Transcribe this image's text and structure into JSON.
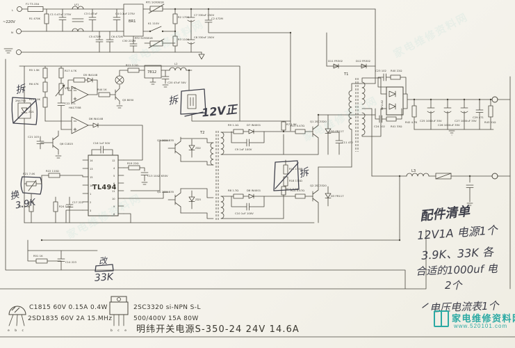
{
  "title": "明纬开关电源S-350-24  24V  14.6A",
  "watermark": {
    "name": "家电维修资料网",
    "url": "www.520101.com"
  },
  "legend": {
    "to92_l1": "C1815 60V 0.15A 0.4W",
    "to92_l2": "2SD1835 60V 2A 15.MHz",
    "to92_pins": "e b c",
    "to220_l1": "2SC3320 si-NPN S-L",
    "to220_l2": "500/400V  15A 80W",
    "to220_pins": "b c e"
  },
  "hand": {
    "chai_zd": "拆",
    "chai_plug": "拆",
    "chai_drv": "拆",
    "v12": "12V正",
    "huan": "换",
    "huan_val": "3.9K",
    "gai": "改",
    "gai_val": "33K",
    "notes": [
      "配件清单",
      "12V1A 电源1个",
      "3.9K、33K 各",
      "合适的1000uf 电",
      "2个",
      "电压电流表1个"
    ]
  },
  "tl494": {
    "name": "TL494",
    "left": [
      "14",
      "13",
      "15",
      "16",
      "1",
      "2",
      "3"
    ],
    "right": [
      "12",
      "4",
      "5",
      "6",
      "11",
      "10",
      "9",
      "8"
    ]
  },
  "labels": {
    "l": "L",
    "n": "N",
    "ac": "~220V",
    "fuse": "F1 T3.15A",
    "r1": "R1 470K",
    "c1": "C1 0.47uF 275V",
    "lf1": "LF1",
    "c3": "C3 0.47uF",
    "c5": "C5 472M",
    "c6": "C6 472M",
    "c4": "C4 0.1uF 275V",
    "br1": "BR1",
    "c30": "C30 222M",
    "rt1": "RT1 SCR3818",
    "rt2": "RT2 SCR3818",
    "k1": "K1 110V",
    "r2": "R2 170K",
    "r3": "R3 110K",
    "c7": "C7 330uF 250V",
    "c8": "C8 330uF 250V",
    "c2": "C2 472M",
    "r44": "R44 1K",
    "q5": "Q5 8050",
    "r12": "R12 2.2Ω",
    "vreg": "7812",
    "l2": "L2",
    "c20": "C20 47uF 50V",
    "zd1": "ZD1",
    "zd1_part": "2N4758",
    "u1": "HA17358",
    "r5": "R5 1.5K",
    "r6": "R6 47K",
    "r15": "R15 10K",
    "r17": "R17 4.7K",
    "vr1": "VR1 10K",
    "c22": "C22 471",
    "q6": "Q6 C1815",
    "c21": "C21 103",
    "d5": "D5 IN4148",
    "d6": "D6 IN4148",
    "c16": "C16 1uF 50V",
    "r19": "R19 22Ω",
    "c13": "C13 104Z 630V",
    "r22": "R22 110Ω",
    "r21": "R21 7.4K",
    "r20": "R20 1.9K",
    "r24": "R24 1.9K",
    "r51": "R51 1K",
    "c14": "C14 223",
    "c17": "C17 222",
    "q3": "Q3 2SD1835",
    "q4": "Q4 2SD1835",
    "zd2": "ZD2",
    "zd3": "ZD3",
    "t2": "T2",
    "r9": "R9 1.1Ω",
    "d7": "D7 IN4001",
    "c9": "C9 1uF 100V",
    "r7": "R7 1.5K",
    "r13": "R13 0.47Ω",
    "q1": "Q1 2SC3320",
    "d2": "D2 FR117",
    "c11": "C11 472",
    "r8": "R8 1.7Ω",
    "d8": "D8 IN4001",
    "c10": "C10 1uF 100V",
    "r10": "R10 5.9K",
    "r14": "R14 0.47Ω",
    "q2": "Q2 2SC3320",
    "d3": "D3 FR117",
    "r11": "R11 170Ω",
    "r18": "R18 170Ω",
    "t1": "T1",
    "d11": "D11 FR302",
    "d12": "D12 FR302",
    "rect": "MP2-62",
    "c23": "C23 102",
    "r40": "R40 22Ω",
    "c24": "C24 102",
    "r41": "R41 33Ω",
    "r42": "R42 4.7K",
    "c25": "C25 1000uF 35V",
    "c26": "C26 1000uF 35V",
    "c27": "C27 1000uF 35V",
    "c29": "C29 471",
    "r43": "R43 51Ω",
    "l3": "L3"
  }
}
